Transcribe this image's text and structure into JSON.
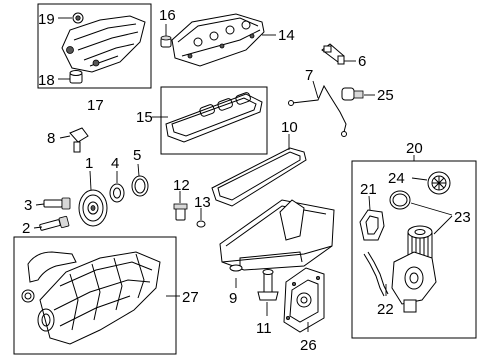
{
  "callouts": {
    "c1": "1",
    "c2": "2",
    "c3": "3",
    "c4": "4",
    "c5": "5",
    "c6": "6",
    "c7": "7",
    "c8": "8",
    "c9": "9",
    "c10": "10",
    "c11": "11",
    "c12": "12",
    "c13": "13",
    "c14": "14",
    "c15": "15",
    "c16": "16",
    "c17": "17",
    "c18": "18",
    "c19": "19",
    "c20": "20",
    "c21": "21",
    "c22": "22",
    "c23": "23",
    "c24": "24",
    "c25": "25",
    "c26": "26",
    "c27": "27"
  },
  "colors": {
    "line": "#000000",
    "background": "#ffffff",
    "shade": "#d8d8d8"
  }
}
